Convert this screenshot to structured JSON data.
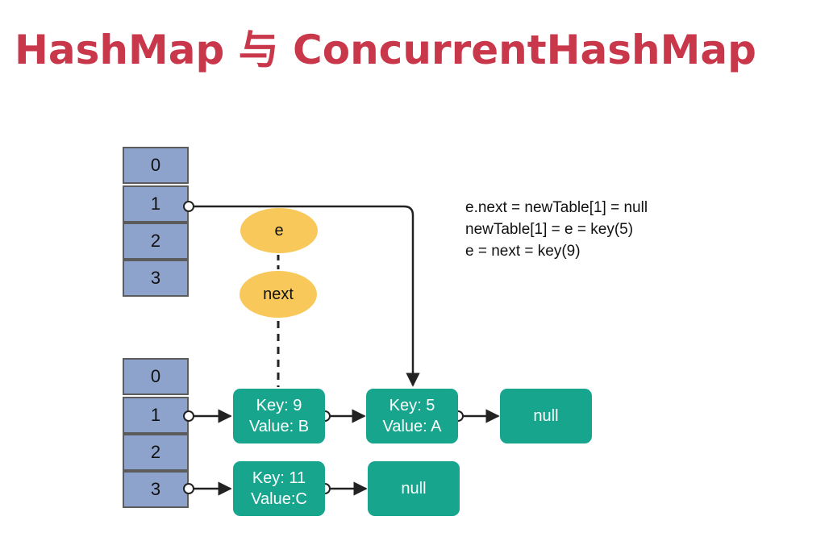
{
  "title": "HashMap 与 ConcurrentHashMap",
  "old_table": [
    "0",
    "1",
    "2",
    "3"
  ],
  "new_table": [
    "0",
    "1",
    "2",
    "3"
  ],
  "pointers": {
    "e": "e",
    "next": "next"
  },
  "nodes": {
    "key9": {
      "key": "Key: 9",
      "value": "Value: B"
    },
    "key5": {
      "key": "Key: 5",
      "value": "Value: A"
    },
    "null1": "null",
    "key11": {
      "key": "Key: 11",
      "value": "Value:C"
    },
    "null3": "null"
  },
  "code_lines": [
    "e.next = newTable[1] = null",
    "newTable[1] = e = key(5)",
    "e = next = key(9)"
  ],
  "colors": {
    "title": "#c9374b",
    "table_cell": "#8ea3cc",
    "pointer": "#f8c95a",
    "node": "#17a58e"
  }
}
